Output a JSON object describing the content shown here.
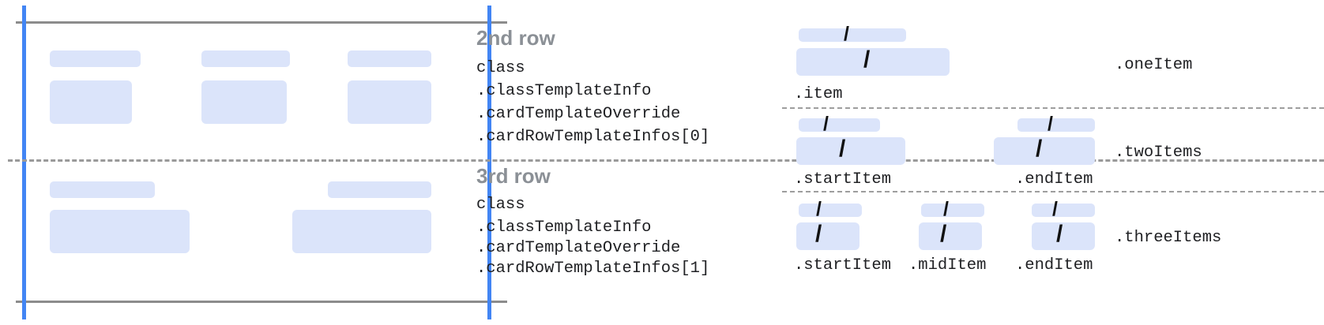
{
  "diagram": {
    "title_color": "#8b9096",
    "accent_blue": "#4285f4",
    "box_fill": "#dbe4fa",
    "rule_gray": "#8c8c8c",
    "slash_glyph": "/"
  },
  "left_panel": {
    "name": "card-rows-preview",
    "rows": [
      {
        "name": "second-row-preview",
        "columns": [
          {
            "label_bar": "",
            "content_box": ""
          },
          {
            "label_bar": "",
            "content_box": ""
          },
          {
            "label_bar": "",
            "content_box": ""
          }
        ]
      },
      {
        "name": "third-row-preview",
        "columns": [
          {
            "label_bar": "",
            "content_box": ""
          },
          {
            "label_bar": "",
            "content_box": ""
          }
        ]
      }
    ]
  },
  "callouts": [
    {
      "title": "2nd row",
      "code_lines": [
        "class",
        ".classTemplateInfo",
        ".cardTemplateOverride",
        ".cardRowTemplateInfos[0]"
      ]
    },
    {
      "title": "3rd row",
      "code_lines": [
        "class",
        ".classTemplateInfo",
        ".cardTemplateOverride",
        ".cardRowTemplateInfos[1]"
      ]
    }
  ],
  "layouts": [
    {
      "name": "one-item",
      "group_label": ".oneItem",
      "items": [
        {
          "part_label": ".item",
          "slash": "/"
        }
      ]
    },
    {
      "name": "two-items",
      "group_label": ".twoItems",
      "items": [
        {
          "part_label": ".startItem",
          "slash": "/"
        },
        {
          "part_label": ".endItem",
          "slash": "/"
        }
      ]
    },
    {
      "name": "three-items",
      "group_label": ".threeItems",
      "items": [
        {
          "part_label": ".startItem",
          "slash": "/"
        },
        {
          "part_label": ".midItem",
          "slash": "/"
        },
        {
          "part_label": ".endItem",
          "slash": "/"
        }
      ]
    }
  ]
}
